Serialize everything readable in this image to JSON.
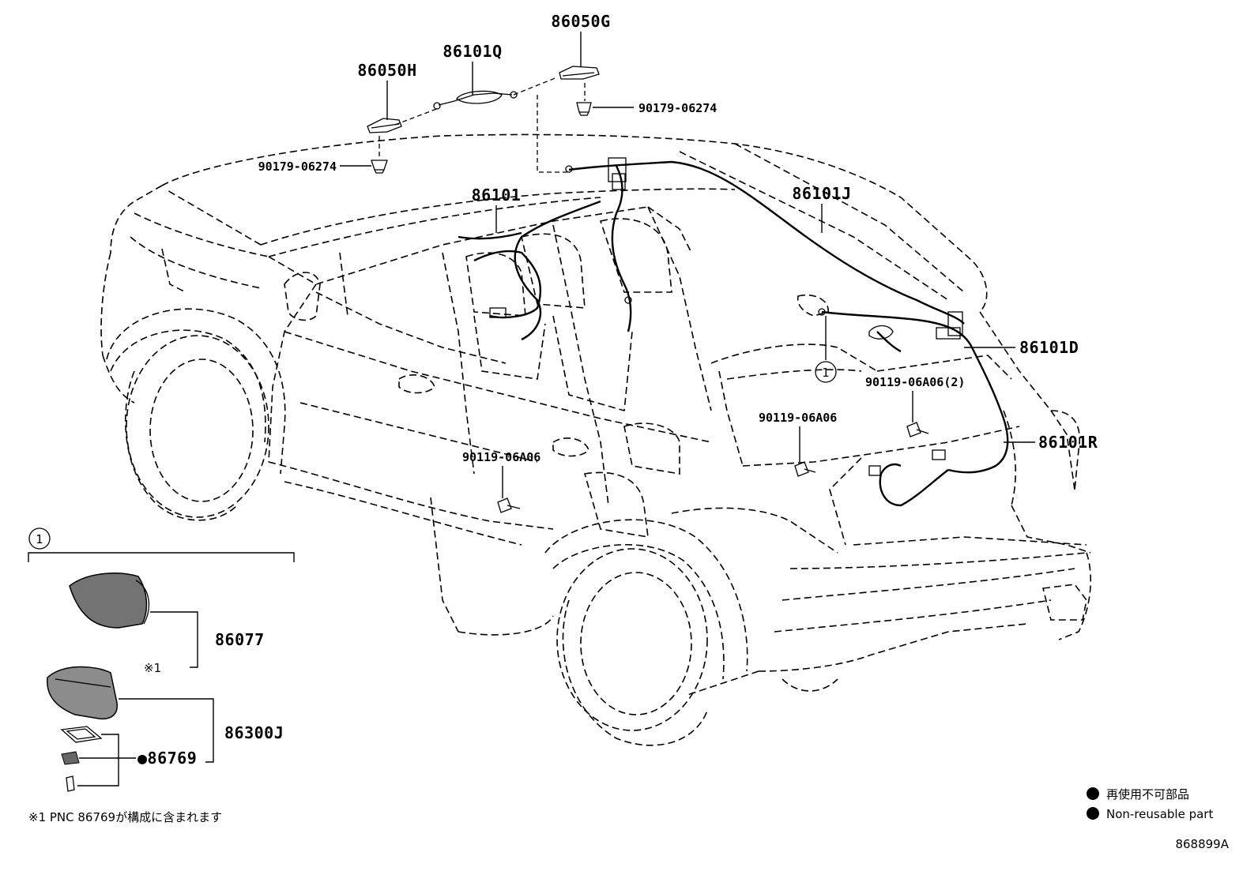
{
  "diagram": {
    "ref_circle_label": "1",
    "parts": {
      "p86050G": "86050G",
      "p86101Q": "86101Q",
      "p86050H": "86050H",
      "p90179_top": "90179-06274",
      "p90179_left": "90179-06274",
      "p86101": "86101",
      "p86101J": "86101J",
      "p86101D": "86101D",
      "p90119_2": "90119-06A06(2)",
      "p90119_mid": "90119-06A06",
      "p90119_left": "90119-06A06",
      "p86101R": "86101R",
      "p86077": "86077",
      "p86300J": "86300J",
      "p86769": "●86769"
    },
    "note_mark": "※1",
    "footnote": "※1 PNC 86769が構成に含まれます",
    "legend": {
      "jp": "再使用不可部品",
      "en": "Non-reusable part"
    },
    "diagram_id": "868899A"
  }
}
